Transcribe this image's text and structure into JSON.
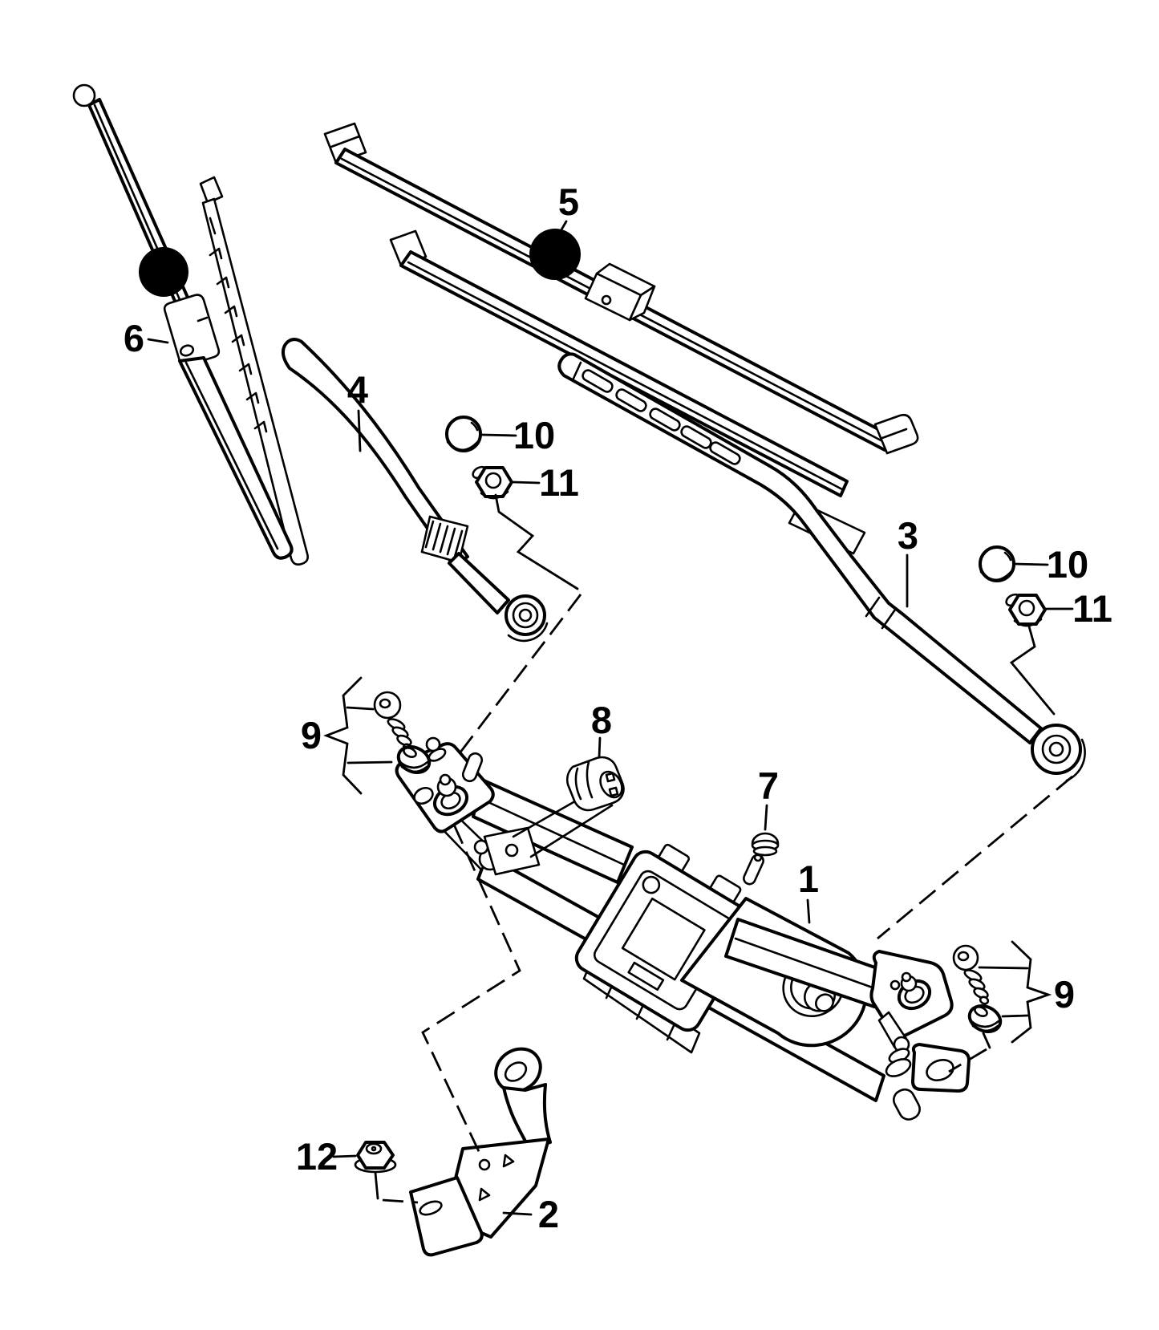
{
  "figure": {
    "type": "exploded-parts-diagram",
    "background": "#ffffff",
    "line_color": "#000000",
    "marker_color": "#000000"
  },
  "callouts": [
    {
      "label": "1"
    },
    {
      "label": "2"
    },
    {
      "label": "3"
    },
    {
      "label": "4"
    },
    {
      "label": "5"
    },
    {
      "label": "6"
    },
    {
      "label": "7"
    },
    {
      "label": "8"
    },
    {
      "label": "9"
    },
    {
      "label": "9"
    },
    {
      "label": "10"
    },
    {
      "label": "10"
    },
    {
      "label": "11"
    },
    {
      "label": "11"
    },
    {
      "label": "12"
    }
  ]
}
